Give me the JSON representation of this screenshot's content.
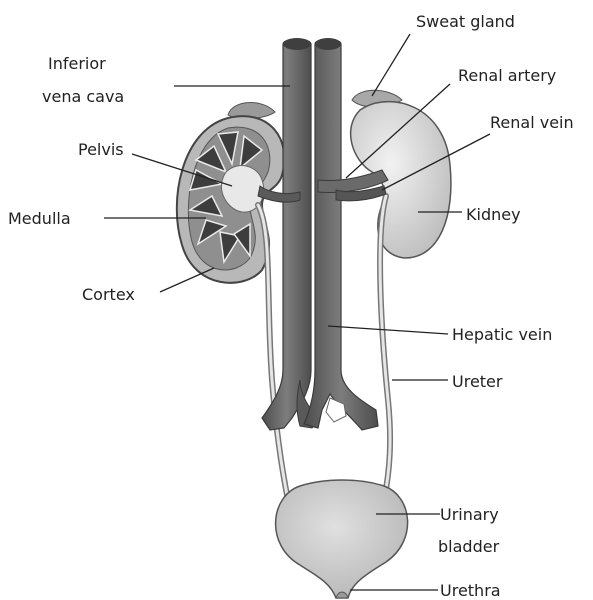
{
  "labels": {
    "sweat_gland": "Sweat gland",
    "inferior_line1": "Inferior",
    "inferior_line2": "vena cava",
    "renal_artery": "Renal artery",
    "renal_vein": "Renal vein",
    "pelvis": "Pelvis",
    "medulla": "Medulla",
    "kidney": "Kidney",
    "cortex": "Cortex",
    "hepatic_vein": "Hepatic vein",
    "ureter": "Ureter",
    "urinary_line1": "Urinary",
    "urinary_line2": "bladder",
    "urethra": "Urethra"
  },
  "colors": {
    "vessel_dark": "#5f5f5f",
    "vessel_mid": "#7a7a7a",
    "kidney_light": "#d2d2d2",
    "bladder": "#c8c8c8",
    "pyramid": "#3d3d3d",
    "outline": "#444444"
  }
}
